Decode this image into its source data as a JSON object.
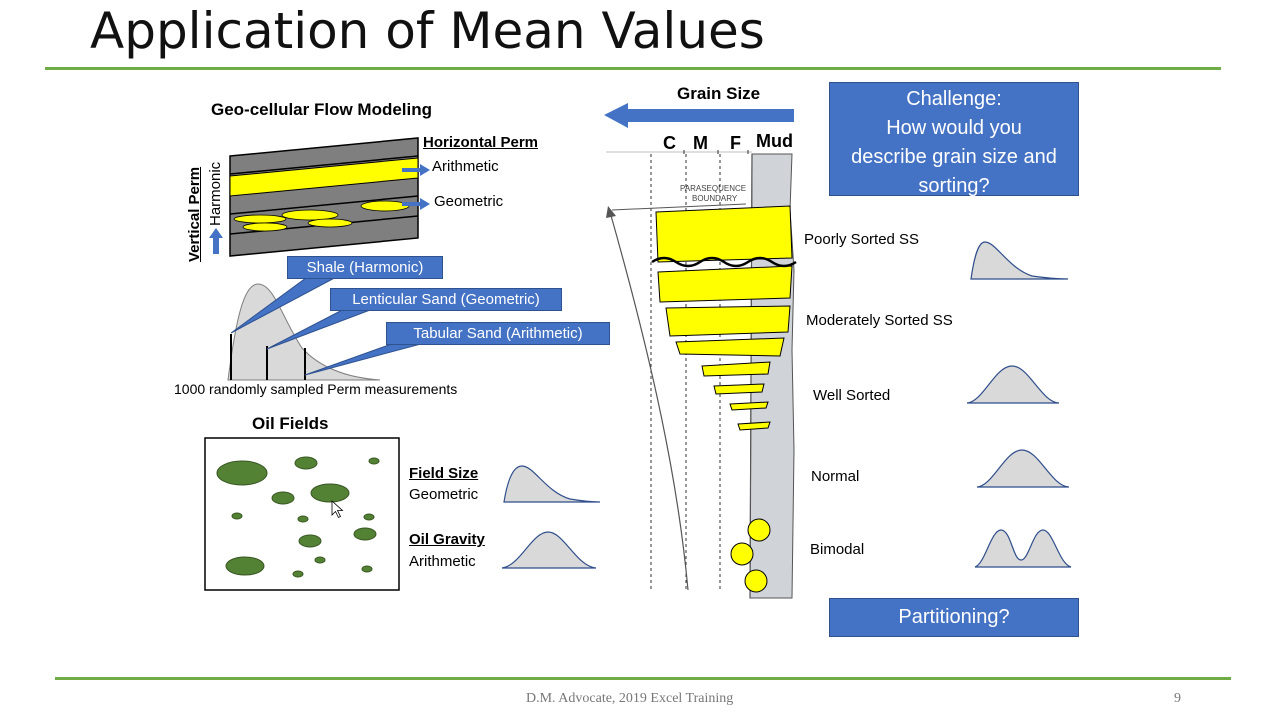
{
  "slide": {
    "title": "Application of Mean Values",
    "footer": "D.M. Advocate, 2019 Excel Training",
    "page_number": "9"
  },
  "flow_model": {
    "heading": "Geo-cellular Flow Modeling",
    "horizontal_heading": "Horizontal Perm",
    "vertical_heading": "Vertical Perm",
    "vertical_method": "Harmonic",
    "layer_labels": [
      "Arithmetic",
      "Geometric"
    ],
    "callouts": [
      "Shale (Harmonic)",
      "Lenticular Sand (Geometric)",
      "Tabular Sand (Arithmetic)"
    ],
    "histogram_caption": "1000 randomly sampled Perm measurements"
  },
  "oil_fields": {
    "heading": "Oil Fields",
    "rows": [
      {
        "heading": "Field Size",
        "method": "Geometric"
      },
      {
        "heading": "Oil Gravity",
        "method": "Arithmetic"
      }
    ]
  },
  "grain_size": {
    "heading": "Grain Size",
    "columns": [
      "C",
      "M",
      "F",
      "Mud"
    ],
    "log_annotation_lines": [
      "PARASEQUENCE",
      "BOUNDARY"
    ],
    "sorting_labels": [
      "Poorly Sorted SS",
      "Moderately Sorted SS",
      "Well Sorted",
      "Normal",
      "Bimodal"
    ]
  },
  "challenge": {
    "line1": "Challenge:",
    "line2": "How would you",
    "line3": "describe grain size and",
    "line4": "sorting?"
  },
  "partitioning": {
    "label": "Partitioning?"
  },
  "colors": {
    "accent_green": "#6fac46",
    "box_blue": "#4472c4",
    "sand_yellow": "#ffff00",
    "field_green": "#548235"
  }
}
